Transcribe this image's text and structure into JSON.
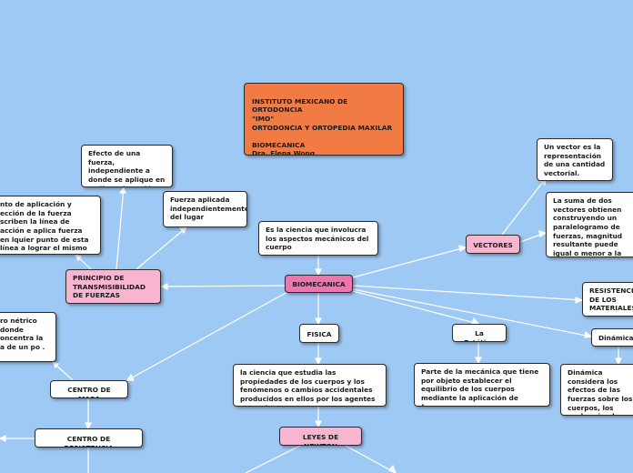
{
  "nodes": {
    "header": "INSTITUTO MEXICANO DE ORTODONCIA\n\"IMO\"\nORTODONCIA Y ORTOPEDIA MAXILAR\n\nBIOMECANICA\nDra. Elena Wong\n\nRESIDENTE: Daniela Villacis",
    "biomecanica": "BIOMECANICA",
    "def_biomecanica": "Es la ciencia que involucra los aspectos mecánicos del cuerpo",
    "fisica": "FISICA",
    "def_fisica": "la ciencia que estudia las propiedades de los cuerpos y los fenómenos o cambios accidentales producidos en ellos por los agentes naturales",
    "leyes_newton": "LEYES DE NEWTON",
    "estatica": "La Estática",
    "def_estatica": "Parte de la mecánica que tiene por objeto establecer el equilibrio de los cuerpos mediante la aplicación de fuerzas",
    "vectores": "VECTORES",
    "vector_def": "Un vector es la representación de una cantidad vectorial.",
    "suma_vectores": "La suma de dos vectores obtienen construyendo un paralelogramo de fuerzas, magnitud resultante puede igual  o menor a la suma de las magnitudes de los vectores componentes",
    "resistencia_materiales": "RESISTENCIA DE LOS MATERIALES",
    "dinamica": "Dinámica",
    "def_dinamica": "Dinámica considera los efectos de las fuerzas sobre los cuerpos, los cuales siendo acelerado en forma positiva o negativa",
    "principio": "PRINCIPIO DE TRANSMISIBILIDAD DE FUERZAS",
    "efecto_fuerza": "Efecto de una fuerza, independiente a donde se aplique  en su línea de acción",
    "fuerza_aplicada": "Fuerza  aplicada independientemente del lugar",
    "punto_aplicacion": "nto de aplicación y ección de la fuerza scriben la línea de acción e aplica fuerza en lquier punto de esta línea a lograr el mismo efecto",
    "centro_masa": "CENTRO DE MASA",
    "centro_geometrico": "ro nétrico donde oncentra la a de un po .",
    "centro_resistencia": "CENTRO DE RESISTENCIA"
  }
}
